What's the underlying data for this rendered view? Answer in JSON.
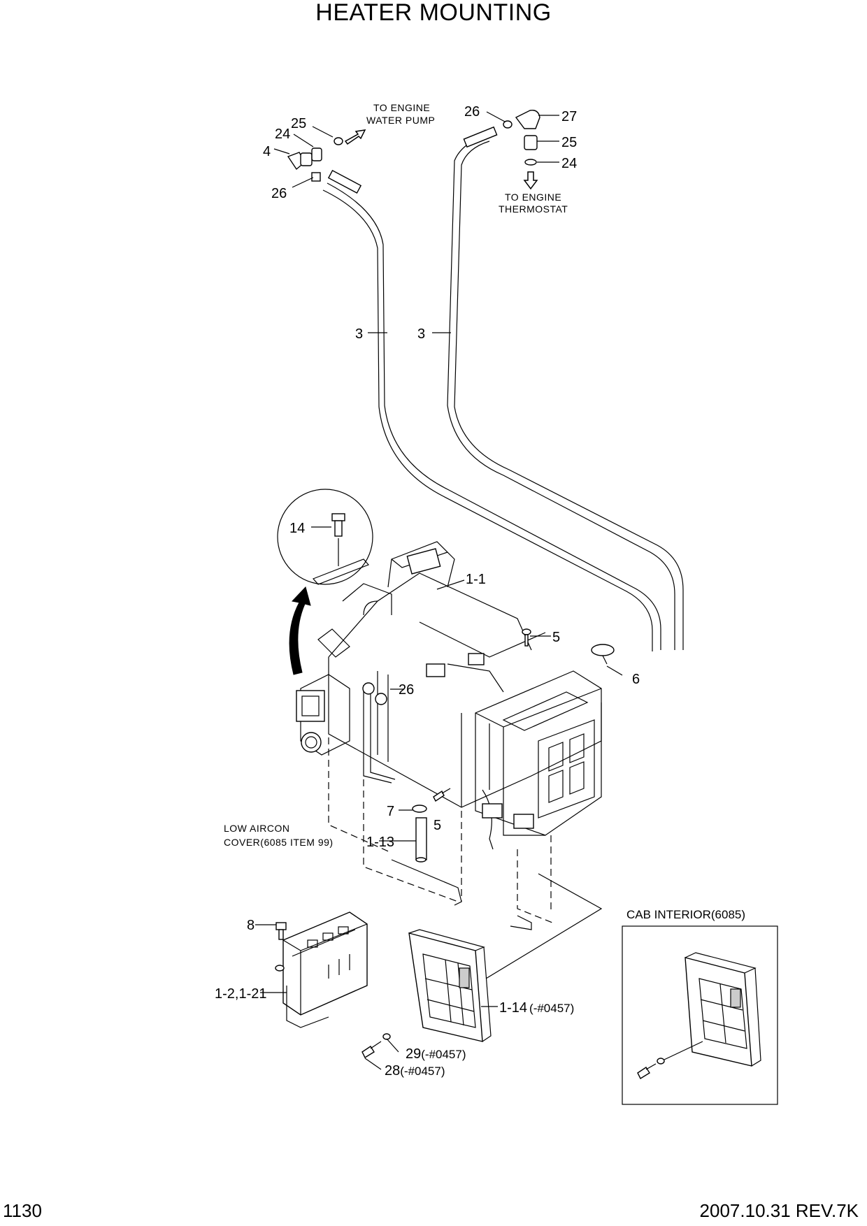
{
  "title": "HEATER MOUNTING",
  "footer": {
    "page": "1130",
    "revision": "2007.10.31  REV.7K"
  },
  "notes": {
    "to_water_pump": [
      "TO ENGINE",
      "WATER PUMP"
    ],
    "to_thermostat": [
      "TO ENGINE",
      "THERMOSTAT"
    ],
    "low_aircon": [
      "LOW AIRCON",
      "COVER(6085 ITEM 99)"
    ],
    "cab_interior": "CAB INTERIOR(6085)"
  },
  "callouts": [
    {
      "id": "c-25-left",
      "text": "25"
    },
    {
      "id": "c-24-left",
      "text": "24"
    },
    {
      "id": "c-4",
      "text": "4"
    },
    {
      "id": "c-26-top-left",
      "text": "26"
    },
    {
      "id": "c-26-top-right",
      "text": "26"
    },
    {
      "id": "c-27",
      "text": "27"
    },
    {
      "id": "c-25-right",
      "text": "25"
    },
    {
      "id": "c-24-right",
      "text": "24"
    },
    {
      "id": "c-3-left",
      "text": "3"
    },
    {
      "id": "c-3-right",
      "text": "3"
    },
    {
      "id": "c-14",
      "text": "14"
    },
    {
      "id": "c-1-1",
      "text": "1-1"
    },
    {
      "id": "c-5-top",
      "text": "5"
    },
    {
      "id": "c-6",
      "text": "6"
    },
    {
      "id": "c-26-mid",
      "text": "26"
    },
    {
      "id": "c-7",
      "text": "7"
    },
    {
      "id": "c-5-bottom",
      "text": "5"
    },
    {
      "id": "c-1-13",
      "text": "1-13"
    },
    {
      "id": "c-8",
      "text": "8"
    },
    {
      "id": "c-1-2",
      "text": "1-2,1-21"
    },
    {
      "id": "c-1-14",
      "text": "1-14",
      "suffix": "(-#0457)"
    },
    {
      "id": "c-29",
      "text": "29",
      "suffix": "(-#0457)"
    },
    {
      "id": "c-28",
      "text": "28",
      "suffix": "(-#0457)"
    }
  ]
}
